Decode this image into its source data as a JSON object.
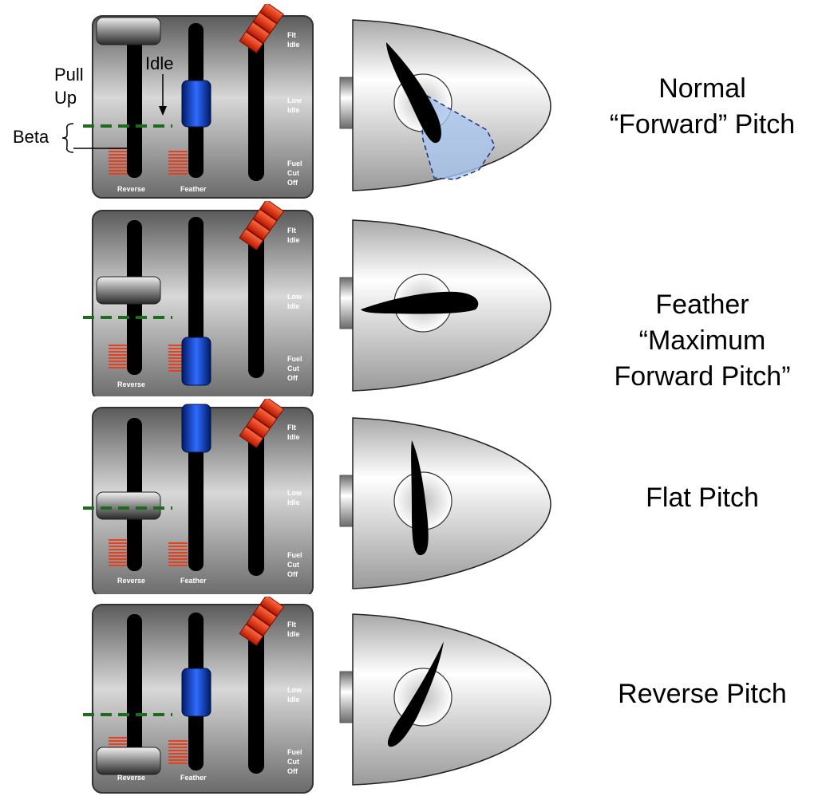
{
  "quadrant": {
    "reverse_label": "Reverse",
    "feather_label": "Feather",
    "flt_idle": [
      "Flt",
      "Idle"
    ],
    "low_idle": [
      "Low",
      "Idle"
    ],
    "fuel_cut_off": [
      "Fuel",
      "Cut",
      "Off"
    ]
  },
  "annotations": {
    "pull_up": [
      "Pull",
      "Up"
    ],
    "idle": "Idle",
    "beta": "Beta"
  },
  "rows": [
    {
      "id": "normal",
      "title_lines": [
        "Normal",
        "“Forward” Pitch"
      ]
    },
    {
      "id": "feather",
      "title_lines": [
        "Feather",
        "“Maximum",
        "Forward Pitch”"
      ]
    },
    {
      "id": "flat",
      "title_lines": [
        "Flat Pitch"
      ]
    },
    {
      "id": "reverse",
      "title_lines": [
        "Reverse Pitch"
      ]
    }
  ],
  "colors": {
    "beta_line": "#1e6b1e",
    "prop_lever": "#1f5cff",
    "condition_lever": "#e8401c",
    "blade": "#000000",
    "reverse_zone": "#a9c4ec"
  }
}
